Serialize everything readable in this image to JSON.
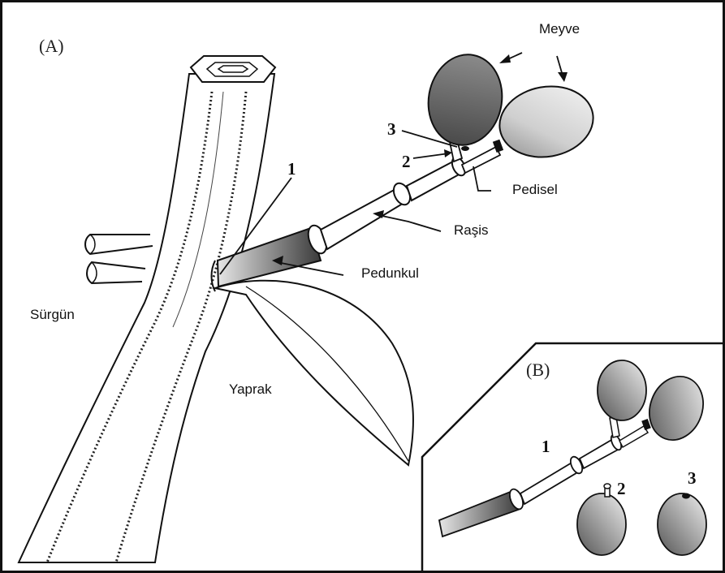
{
  "panels": {
    "a": {
      "tag": "(A)"
    },
    "b": {
      "tag": "(B)"
    }
  },
  "labels": {
    "meyve": "Meyve",
    "pedisel": "Pedisel",
    "rasis": "Raşis",
    "pedunkul": "Pedunkul",
    "surgun": "Sürgün",
    "yaprak": "Yaprak"
  },
  "numbers": {
    "a_1": "1",
    "a_2": "2",
    "a_3": "3",
    "b_1": "1",
    "b_2": "2",
    "b_3": "3"
  },
  "colors": {
    "ink": "#111111",
    "fruit_dark": "#555555",
    "fruit_light": "#d8d8d8"
  }
}
